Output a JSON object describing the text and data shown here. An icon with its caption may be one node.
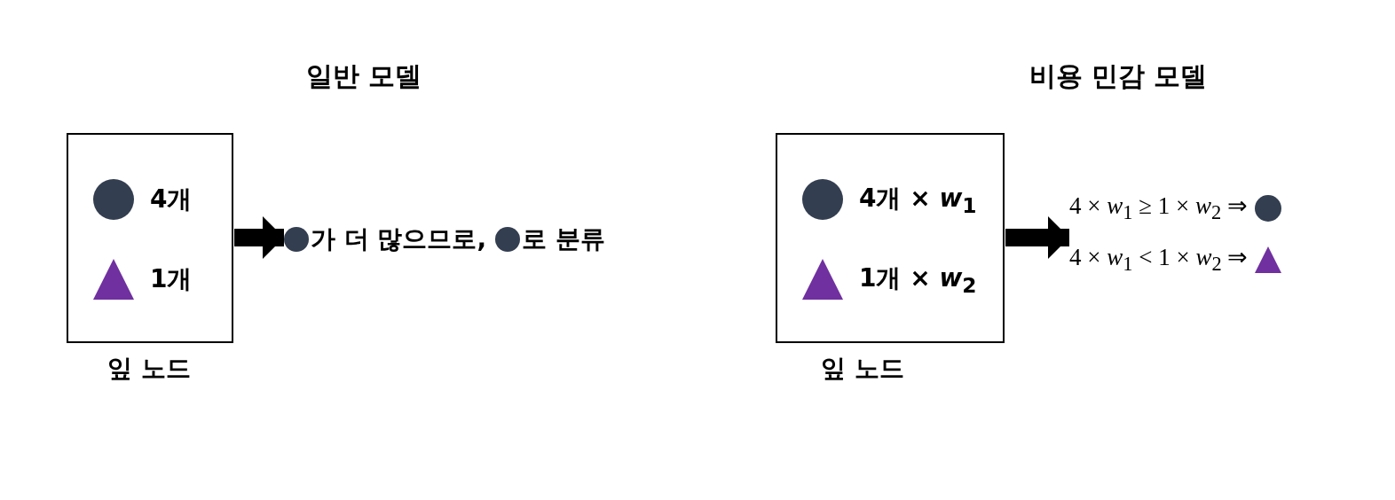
{
  "diagram": {
    "nodes": [
      {
        "text": [
          "4개",
          "1개"
        ],
        "beside": [
          "잎 노드"
        ]
      },
      {
        "text": [
          "가 더 많으므로,",
          "로 분류"
        ]
      },
      {
        "text": [
          "4개 × *w*$_{1}$",
          "1개 × *w*$_{2}$"
        ],
        "beside": [
          "잎 노드"
        ]
      },
      {
        "text": [
          "4 × *w*$_{1}$ ≥ 1 × *w*$_{2}$ ⇒",
          "4 × *w*$_{1}$ < 1 × *w*$_{2}$ ⇒"
        ]
      }
    ],
    "edges": [
      {
        "from": 0,
        "to": 1,
        "arrow": "to"
      },
      {
        "from": 2,
        "to": 3,
        "arrow": "to"
      }
    ],
    "labels": [
      "일반 모델",
      "비용 민감 모델"
    ]
  }
}
